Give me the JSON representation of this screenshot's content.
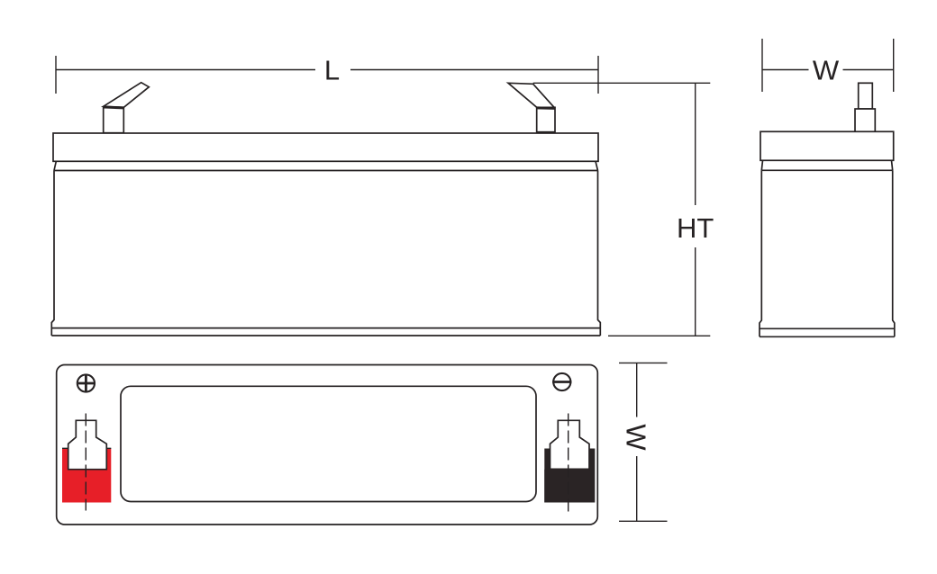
{
  "dimension_labels": {
    "length": "L",
    "height": "HT",
    "width_side": "W",
    "width_top": "W"
  },
  "terminal_icons": {
    "positive": "plus-in-circle",
    "negative": "minus-in-circle"
  },
  "colors": {
    "line": "#262223",
    "positive_terminal": "#e71f28",
    "negative_terminal": "#2a2425",
    "background": "#ffffff"
  }
}
